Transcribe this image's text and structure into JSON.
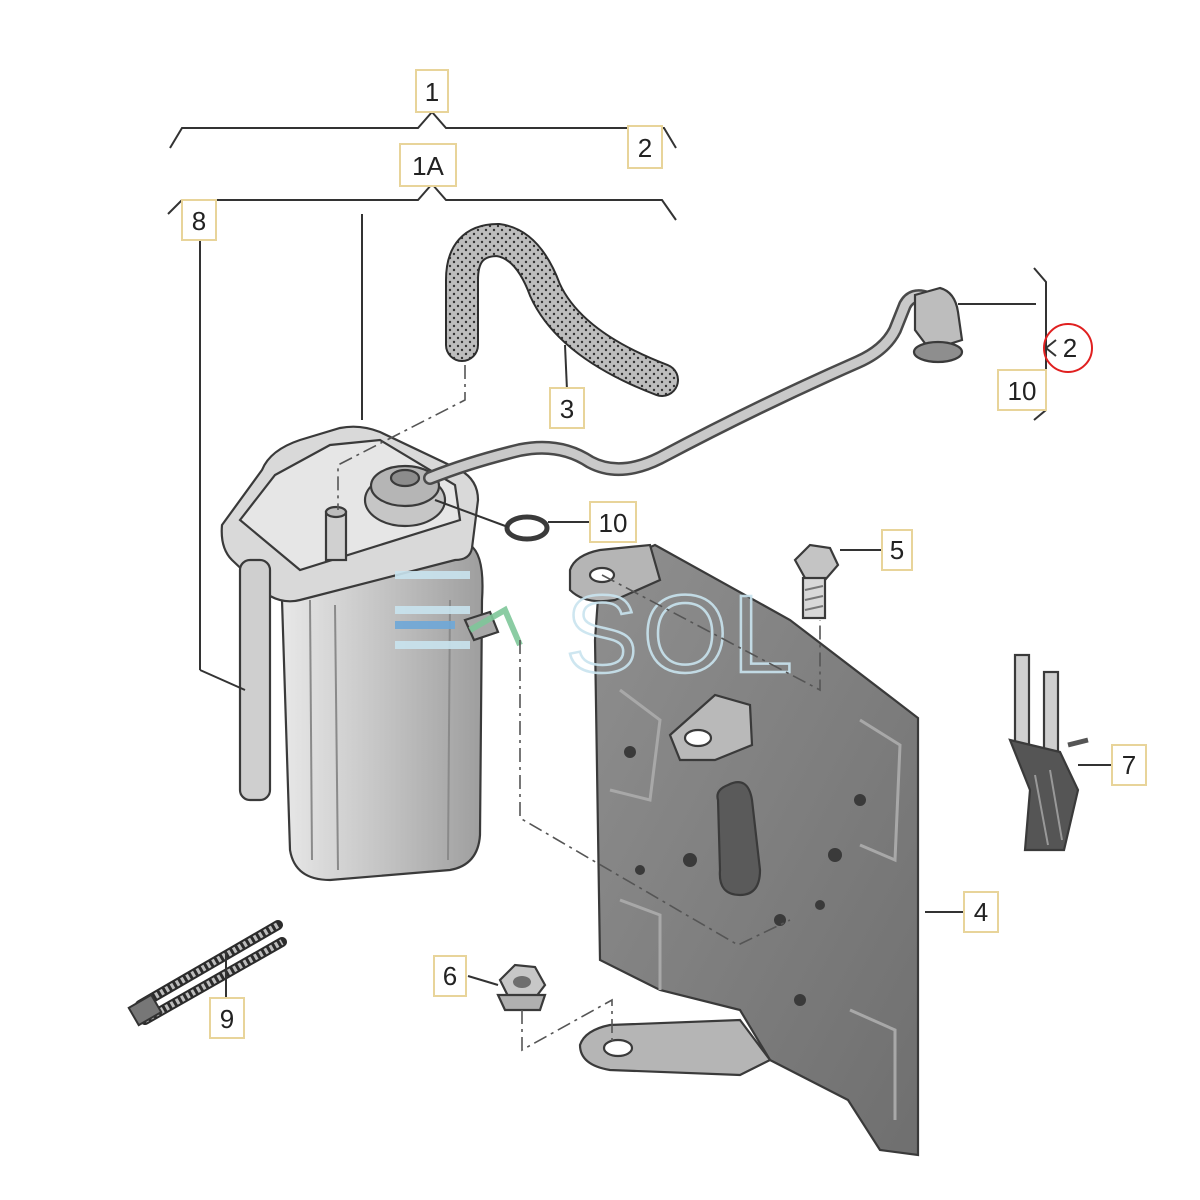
{
  "callouts": {
    "c1": "1",
    "c2_top": "2",
    "c1a": "1A",
    "c8": "8",
    "c3": "3",
    "c2_circled": "2",
    "c10_right": "10",
    "c10_oring": "10",
    "c5": "5",
    "c7": "7",
    "c4": "4",
    "c6": "6",
    "c9": "9"
  },
  "watermark": {
    "text": "SOL"
  },
  "colors": {
    "label_border": "#e8d49a",
    "highlight_circle": "#e02020",
    "part_fill": "#c8c8c8",
    "part_dark": "#9a9a9a",
    "watermark": "#c9e4ef"
  }
}
